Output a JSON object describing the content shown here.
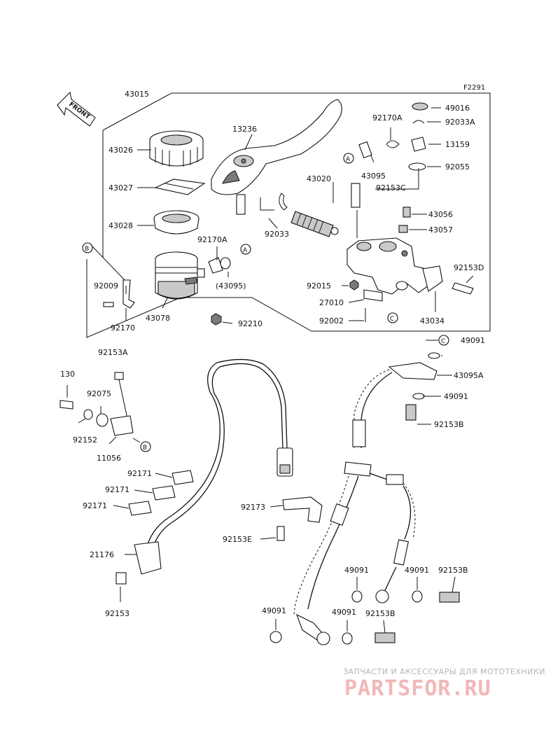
{
  "figure_code": "F2291",
  "front_label": "FRONT",
  "part_numbers": {
    "p43015": "43015",
    "p43026": "43026",
    "p43027": "43027",
    "p43028": "43028",
    "p13236": "13236",
    "p43020": "43020",
    "p92033": "92033",
    "p92170A": "92170A",
    "p43095_paren": "(43095)",
    "p92009": "92009",
    "p92170": "92170",
    "p43078": "43078",
    "p92210": "92210",
    "p49016": "49016",
    "p92033A": "92033A",
    "p13159": "13159",
    "p92055": "92055",
    "p43095": "43095",
    "p92170A_r": "92170A",
    "p92153C": "92153C",
    "p43056": "43056",
    "p43057": "43057",
    "p92153D": "92153D",
    "p92015": "92015",
    "p27010": "27010",
    "p92002": "92002",
    "p43034": "43034",
    "p92153A": "92153A",
    "p130": "130",
    "p92075": "92075",
    "p92152": "92152",
    "p11056": "11056",
    "p92171_a": "92171",
    "p92171_b": "92171",
    "p92171_c": "92171",
    "p21176": "21176",
    "p92153": "92153",
    "p92173": "92173",
    "p92153E": "92153E",
    "p49091_a": "49091",
    "p43095A": "43095A",
    "p49091_b": "49091",
    "p92153B_a": "92153B",
    "p49091_c": "49091",
    "p49091_d": "49091",
    "p92153B_b": "92153B",
    "p49091_e": "49091",
    "p49091_f": "49091",
    "p92153B_c": "92153B"
  },
  "callouts": {
    "A_left": "A",
    "A_right": "A",
    "B_top": "B",
    "B_bottom": "B",
    "C_top": "C",
    "C_bottom": "C"
  },
  "watermark": {
    "tagline": "ЗАПЧАСТИ И АКСЕССУАРЫ ДЛЯ МОТОТЕХНИКИ",
    "logo": "PARTSFOR.RU"
  }
}
